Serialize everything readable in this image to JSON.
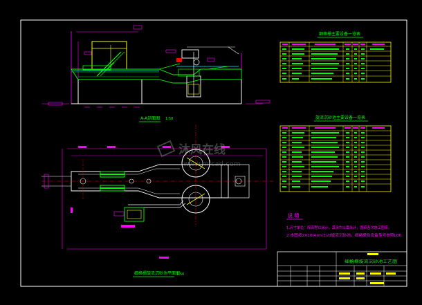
{
  "drawing": {
    "section_label": "A-A剖面图",
    "section_scale": "1:50",
    "plan_label": "细格栅旋流沉砂池平面图",
    "plan_scale": "1:50",
    "upper_table_title": "细格栅主要设备一览表",
    "lower_table_title": "旋流沉砂池主要设备一览表",
    "notes_title": "说 明",
    "notes": [
      "1.尺寸单位：除高程以米计，其余均以毫米计，图纸各次施工图纸。",
      "2.本图按2X10(4)m(3)/d旋流沉砂池，细格栅及设备型号参照L06."
    ],
    "title_block_name": "细格栅旋流沉砂池工艺图",
    "watermark": "沐风在线",
    "watermark_url": "www.mfcad.com"
  }
}
